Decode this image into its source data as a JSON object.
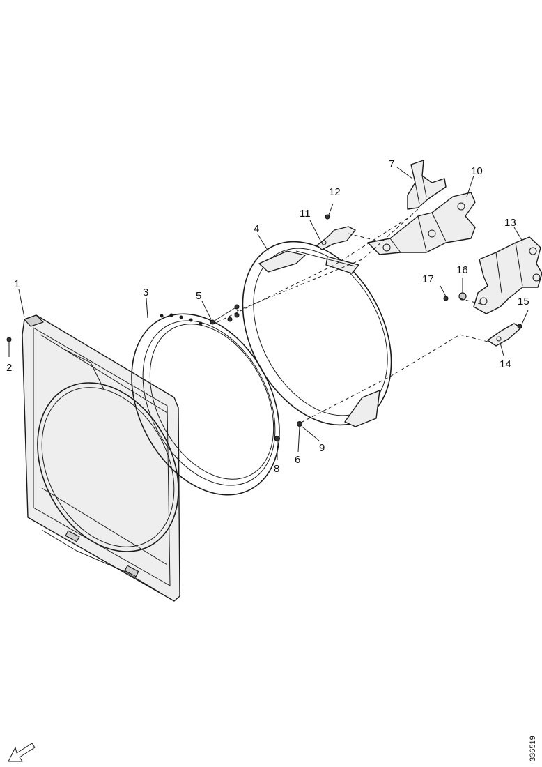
{
  "callouts": {
    "c1": "1",
    "c2": "2",
    "c3": "3",
    "c4": "4",
    "c5": "5",
    "c6": "6",
    "c7": "7",
    "c8": "8",
    "c9": "9",
    "c10": "10",
    "c11": "11",
    "c12": "12",
    "c13": "13",
    "c14": "14",
    "c15": "15",
    "c16": "16",
    "c17": "17"
  },
  "document_number": "336519",
  "icons": {
    "direction": "arrow-down-left-icon"
  }
}
